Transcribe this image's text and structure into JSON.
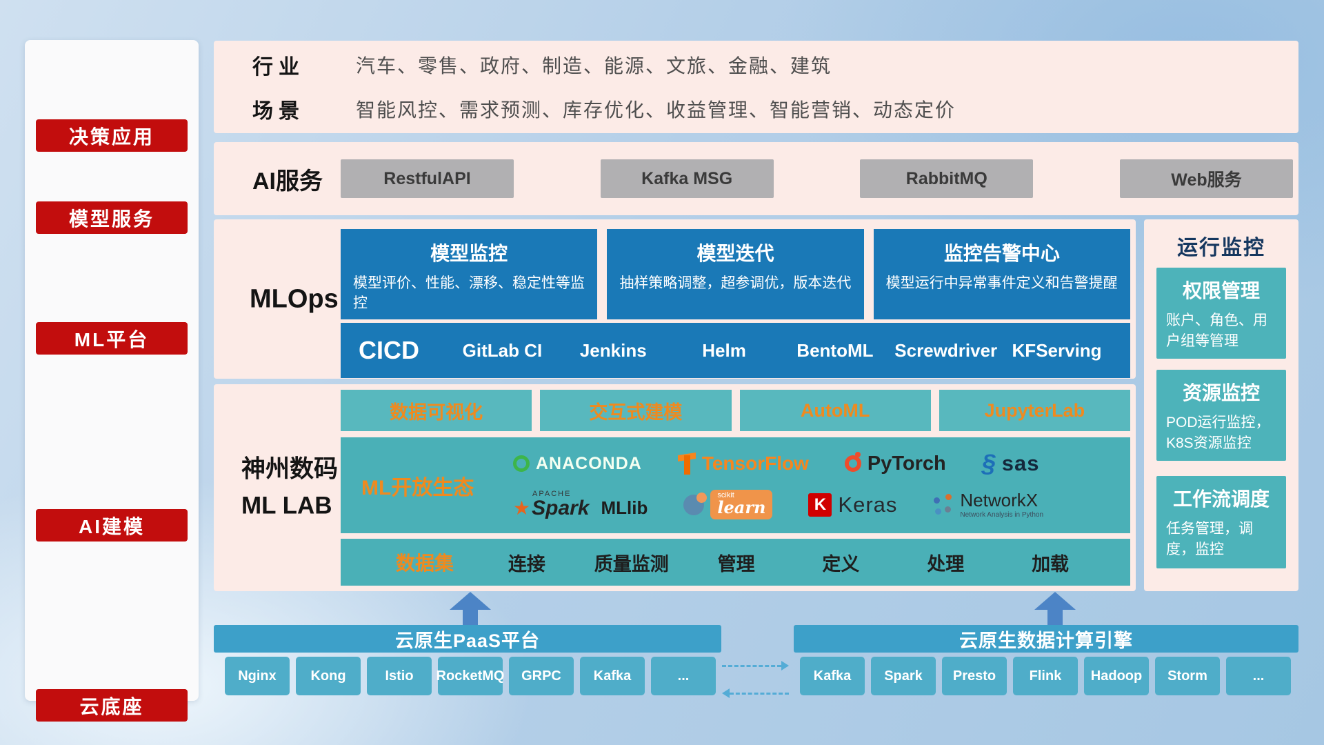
{
  "colors": {
    "sidebar_red": "#c20d0d",
    "panel_pink": "#fcebe7",
    "mlops_blue": "#1a79b7",
    "teal": "#4ab0b7",
    "orange": "#ef8a1f",
    "bar_blue": "#3da0c9",
    "chip_blue": "#4fadc9",
    "arrow_blue": "#4c84c6"
  },
  "sidebar": {
    "items": [
      {
        "label": "决策应用"
      },
      {
        "label": "模型服务"
      },
      {
        "label": "ML平台"
      },
      {
        "label": "AI建模"
      },
      {
        "label": "云底座"
      }
    ]
  },
  "industry": {
    "rows": [
      {
        "label": "行业",
        "value": "汽车、零售、政府、制造、能源、文旅、金融、建筑"
      },
      {
        "label": "场景",
        "value": "智能风控、需求预测、库存优化、收益管理、智能营销、动态定价"
      }
    ]
  },
  "ai_service": {
    "label": "AI服务",
    "items": [
      "RestfulAPI",
      "Kafka MSG",
      "RabbitMQ",
      "Web服务"
    ]
  },
  "mlops": {
    "label": "MLOps",
    "cards": [
      {
        "title": "模型监控",
        "desc": "模型评价、性能、漂移、稳定性等监控"
      },
      {
        "title": "模型迭代",
        "desc": "抽样策略调整，超参调优，版本迭代"
      },
      {
        "title": "监控告警中心",
        "desc": "模型运行中异常事件定义和告警提醒"
      }
    ],
    "cicd": {
      "label": "CICD",
      "items": [
        "GitLab CI",
        "Jenkins",
        "Helm",
        "BentoML",
        "Screwdriver",
        "KFServing"
      ]
    }
  },
  "mllab": {
    "label_line1": "神州数码",
    "label_line2": "ML LAB",
    "top_items": [
      "数据可视化",
      "交互式建模",
      "AutoML",
      "JupyterLab"
    ],
    "eco": {
      "label": "ML开放生态",
      "row1": [
        {
          "name": "Anaconda",
          "text": "ANACONDA"
        },
        {
          "name": "TensorFlow",
          "text": "TensorFlow"
        },
        {
          "name": "PyTorch",
          "text": "PyTorch"
        },
        {
          "name": "SAS",
          "text": "sas"
        }
      ],
      "row2": [
        {
          "name": "Apache Spark",
          "sup": "APACHE",
          "text": "Spark",
          "extra": "MLlib"
        },
        {
          "name": "scikit-learn",
          "sup": "scikit",
          "text": "learn"
        },
        {
          "name": "Keras",
          "badge": "K",
          "text": "Keras"
        },
        {
          "name": "NetworkX",
          "text": "NetworkX",
          "sub": "Network Analysis in Python"
        }
      ]
    },
    "data_bar": {
      "label": "数据集",
      "items": [
        "连接",
        "质量监测",
        "管理",
        "定义",
        "处理",
        "加载"
      ]
    }
  },
  "monitoring": {
    "title": "运行监控",
    "cards": [
      {
        "title": "权限管理",
        "desc": "账户、角色、用户组等管理"
      },
      {
        "title": "资源监控",
        "desc": "POD运行监控，K8S资源监控"
      },
      {
        "title": "工作流调度",
        "desc": "任务管理，调度，监控"
      }
    ]
  },
  "platform_left": {
    "title": "云原生PaaS平台",
    "items": [
      "Nginx",
      "Kong",
      "Istio",
      "RocketMQ",
      "GRPC",
      "Kafka",
      "..."
    ]
  },
  "platform_right": {
    "title": "云原生数据计算引擎",
    "items": [
      "Kafka",
      "Spark",
      "Presto",
      "Flink",
      "Hadoop",
      "Storm",
      "..."
    ]
  },
  "icons": {
    "spark_star": "★",
    "sas_swirl": "§"
  }
}
